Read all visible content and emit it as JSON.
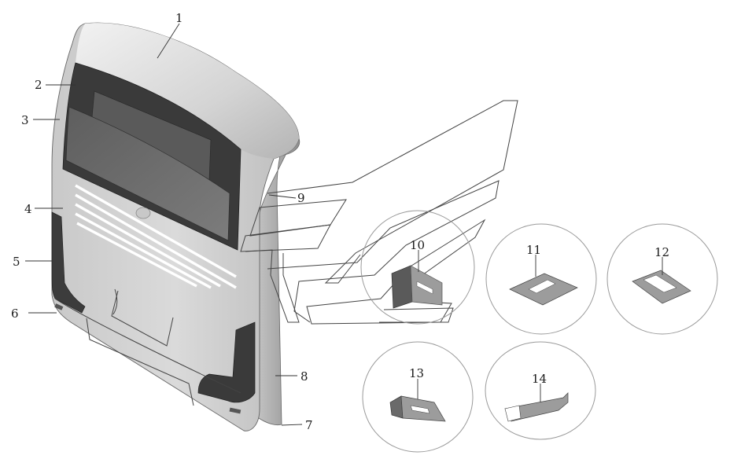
{
  "callouts": {
    "c1": "1",
    "c2": "2",
    "c3": "3",
    "c4": "4",
    "c5": "5",
    "c6": "6",
    "c7": "7",
    "c8": "8",
    "c9": "9",
    "c10": "10",
    "c11": "11",
    "c12": "12",
    "c13": "13",
    "c14": "14"
  },
  "colors": {
    "panel_light": "#d6d6d6",
    "panel_mid": "#bfbfbf",
    "window_dark": "#3a3a3a",
    "window_glass": "#6e6e6e",
    "bracket": "#9c9c9c"
  }
}
